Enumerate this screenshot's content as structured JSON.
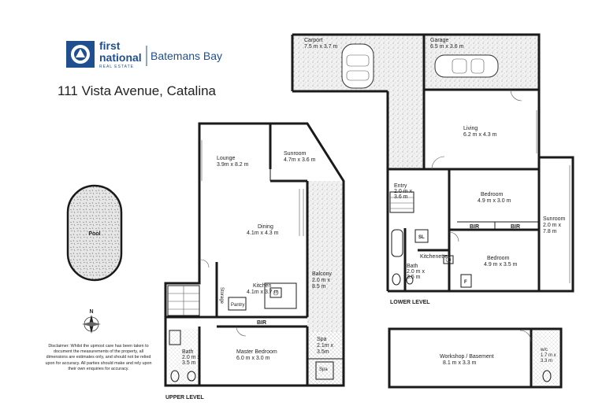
{
  "brand": {
    "logo_line1": "first",
    "logo_line2": "national",
    "logo_sub": "REAL ESTATE",
    "office": "Batemans Bay",
    "color": "#1f4f8f"
  },
  "address": "111 Vista Avenue, Catalina",
  "disclaimer": "Disclaimer: Whilst the upmost care has been taken to document the measurements of the property, all dimensions are estimates only, and should not be relied upon for accuracy. All parties should make and rely upon their own enquiries for accuracy.",
  "compass_label": "N",
  "pool_label": "Pool",
  "levels": {
    "upper": "UPPER LEVEL",
    "lower": "LOWER LEVEL"
  },
  "rooms": {
    "carport": {
      "name": "Carport",
      "size": "7.5 m x 3.7 m"
    },
    "garage": {
      "name": "Garage",
      "size": "6.5 m x 3.6 m"
    },
    "living": {
      "name": "Living",
      "size": "6.2 m x 4.3 m"
    },
    "entry": {
      "name": "Entry",
      "size_a": "2.0 m x",
      "size_b": "3.6 m"
    },
    "bedroom_1": {
      "name": "Bedroom",
      "size": "4.9 m x 3.0 m"
    },
    "bedroom_2": {
      "name": "Bedroom",
      "size": "4.9 m x 3.5 m"
    },
    "sunroom_lower": {
      "name": "Sunroom",
      "size_a": "2.0 m x",
      "size_b": "7.8 m"
    },
    "kitchenette": {
      "name": "Kitchenette"
    },
    "bath_lower": {
      "name": "Bath",
      "size_a": "2.0 m x",
      "size_b": "3.5 m"
    },
    "lounge": {
      "name": "Lounge",
      "size": "3.9m x 8.2 m"
    },
    "sunroom_upper": {
      "name": "Sunroom",
      "size": "4.7m x 3.6 m"
    },
    "dining": {
      "name": "Dining",
      "size": "4.1m x 4.3 m"
    },
    "kitchen": {
      "name": "Kitchen",
      "size": "4.1m x 3.7 m"
    },
    "balcony": {
      "name": "Balcony",
      "size_a": "2.0 m x",
      "size_b": "8.5 m"
    },
    "master_bedroom": {
      "name": "Master Bedroom",
      "size": "6.0 m x 3.0 m"
    },
    "bath_upper": {
      "name": "Bath",
      "size_a": "2.0 m x",
      "size_b": "3.5 m"
    },
    "spa_area": {
      "name": "Spa",
      "size_a": "2.1m x",
      "size_b": "3.5m"
    },
    "workshop": {
      "name": "Workshop / Basement",
      "size": "8.1 m x 3.3 m"
    },
    "wc": {
      "name": "w/c",
      "size_a": "1.7 m x",
      "size_b": "3.3 m"
    }
  },
  "fixtures": {
    "storage": "Storage",
    "pantry": "Pantry",
    "bir": "BIR",
    "sl": "SL",
    "spa": "Spa",
    "f": "F"
  }
}
